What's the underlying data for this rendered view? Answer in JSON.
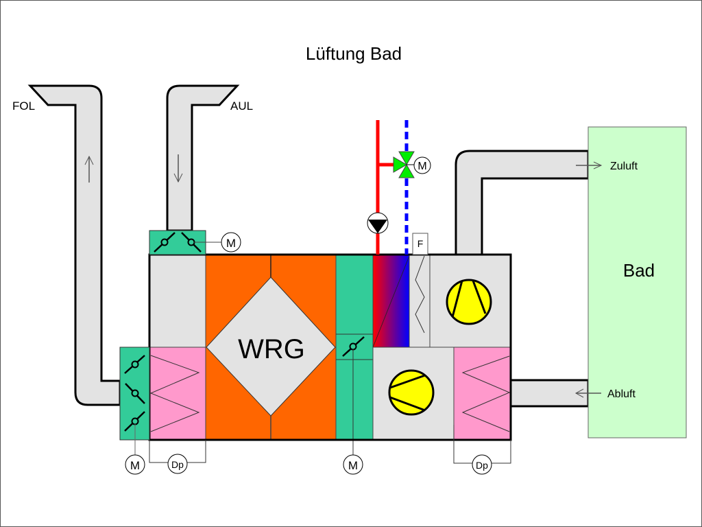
{
  "title": "Lüftung Bad",
  "labels": {
    "fol": "FOL",
    "aul": "AUL",
    "zuluft": "Zuluft",
    "abluft": "Abluft",
    "room": "Bad",
    "wrg": "WRG",
    "filter_tag": "F"
  },
  "symbols": {
    "motor": "M",
    "pressure_diff": "Dp"
  },
  "colors": {
    "duct": "#e3e3e3",
    "damper_green": "#33cc99",
    "heat_recovery_orange": "#ff6600",
    "filter_pink": "#ff99cc",
    "room_green": "#ccffcc",
    "fan_yellow": "#ffff00",
    "supply_water_red": "#ff0000",
    "return_water_blue": "#0000ff",
    "valve_green": "#00dd00"
  },
  "flow_directions": {
    "fol_duct": "up",
    "aul_duct": "down",
    "zuluft": "right",
    "abluft": "left"
  }
}
